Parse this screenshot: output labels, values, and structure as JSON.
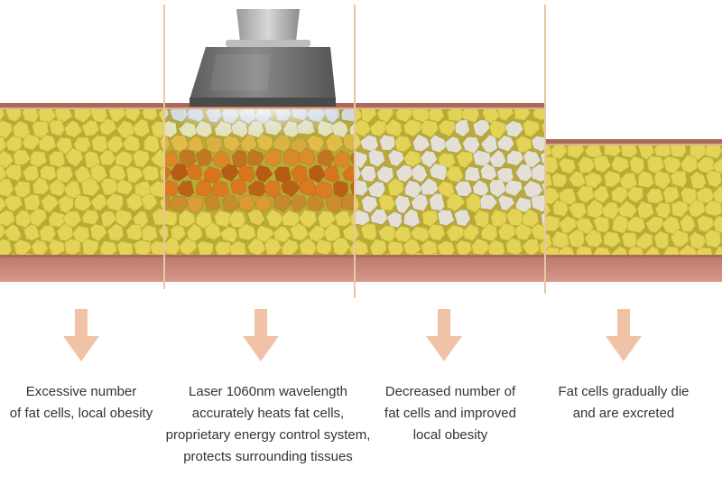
{
  "colors": {
    "fat_cell": "#e3d356",
    "fat_cell_stroke": "#c7b638",
    "fat_bg": "#b9a936",
    "skin_top": "#a96a5a",
    "skin_bottom": "#c98877",
    "muscle": "#d9948a",
    "heat": "#d9731c",
    "heat_dark": "#b85a12",
    "cool_cell": "#c8d6f0",
    "dead_cell": "#e4e0d6",
    "arrow": "#f1c3a6",
    "divider": "#e8c7a2",
    "device": "#6e6e6e"
  },
  "stages": [
    {
      "id": "excess",
      "icon": "down-arrow-icon",
      "lines": [
        "Excessive number",
        "of fat cells, local obesity"
      ]
    },
    {
      "id": "laser",
      "icon": "down-arrow-icon",
      "lines": [
        "Laser 1060nm wavelength",
        "accurately heats fat cells,",
        "proprietary energy control system,",
        "protects surrounding tissues"
      ]
    },
    {
      "id": "decreased",
      "icon": "down-arrow-icon",
      "lines": [
        "Decreased number of",
        "fat cells and improved",
        "local obesity"
      ]
    },
    {
      "id": "excreted",
      "icon": "down-arrow-icon",
      "lines": [
        "Fat cells gradually die",
        "and are excreted"
      ]
    }
  ],
  "device": {
    "icon": "laser-applicator-icon"
  }
}
